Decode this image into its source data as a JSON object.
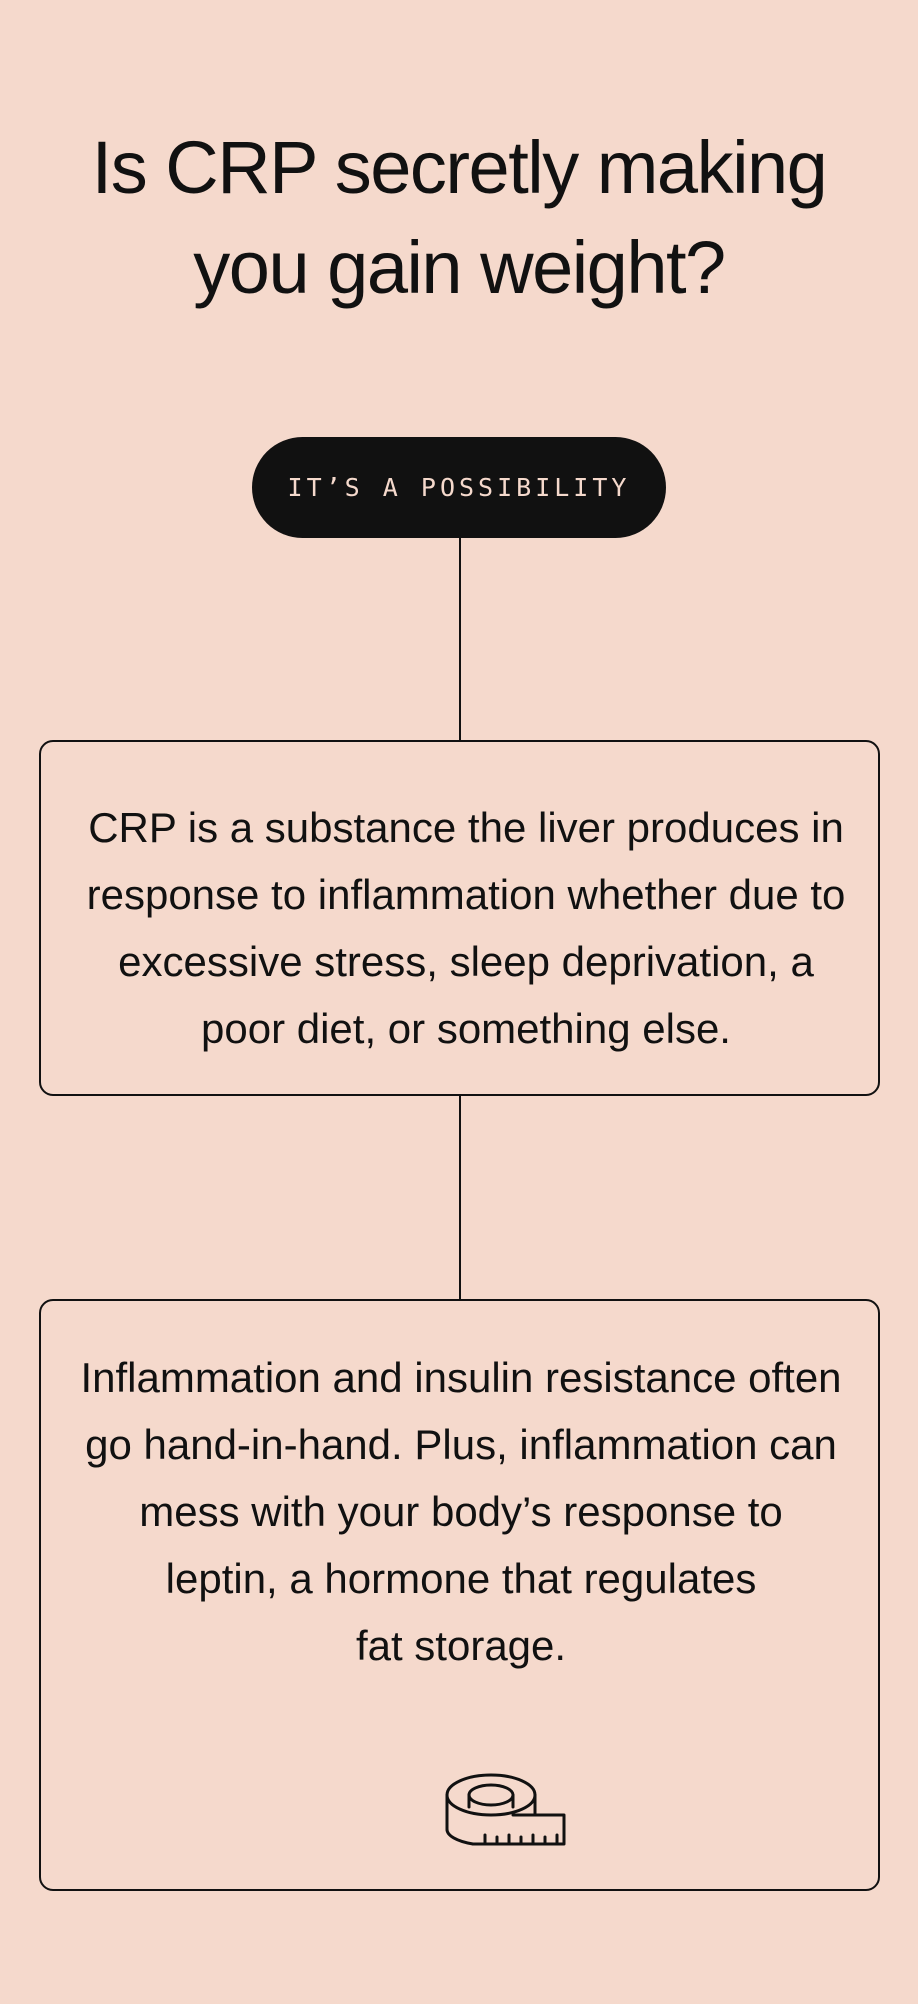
{
  "headline": {
    "line1": "Is CRP secretly making",
    "line2": "you gain weight?"
  },
  "badge": {
    "label": "IT’S A POSSIBILITY"
  },
  "cards": [
    {
      "lines": [
        "CRP is a substance the liver produces in",
        "response to inflammation whether due to",
        "excessive stress, sleep deprivation, a",
        "poor diet, or something else."
      ]
    },
    {
      "lines": [
        "Inflammation and insulin resistance often",
        "go hand-in-hand. Plus, inflammation can",
        "mess with your body’s response to",
        "leptin, a hormone that regulates",
        "fat storage."
      ],
      "icon": "measuring-tape-icon"
    }
  ],
  "colors": {
    "background": "#f5d9cc",
    "ink": "#111111",
    "badge_text": "#f5d9cc"
  }
}
